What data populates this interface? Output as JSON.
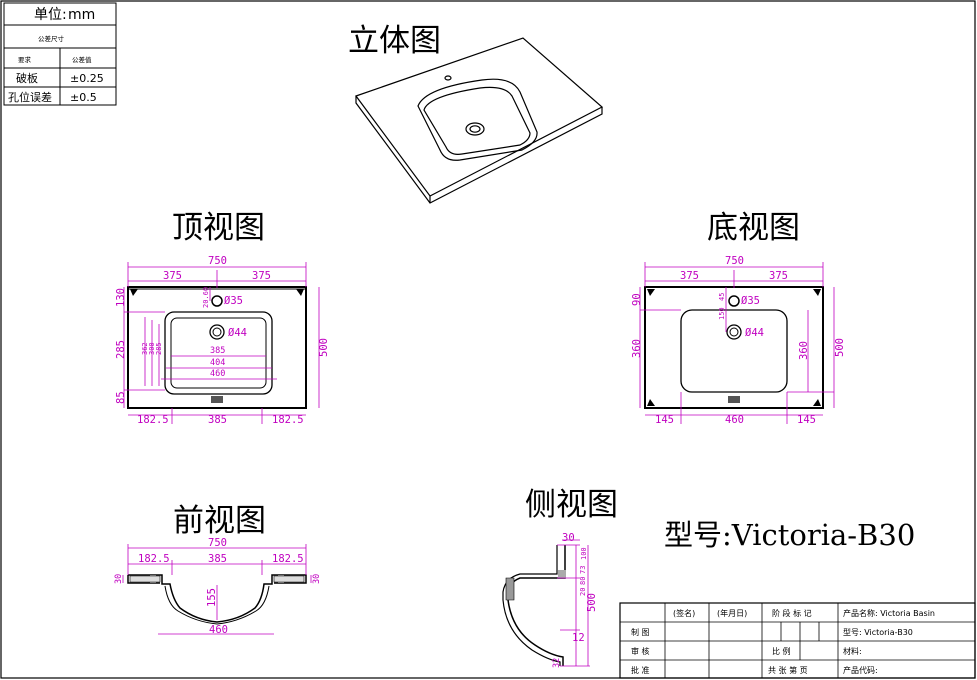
{
  "tolerance_table": {
    "unit_label": "单位:",
    "unit_value": "mm",
    "title": "公差尺寸",
    "col_requirement": "要求",
    "col_value": "公差值",
    "rows": [
      {
        "item": "破板",
        "value": "±0.25"
      },
      {
        "item": "孔位误差",
        "value": "±0.5"
      }
    ]
  },
  "views": {
    "iso_title": "立体图",
    "top_title": "顶视图",
    "bottom_title": "底视图",
    "front_title": "前视图",
    "side_title": "侧视图"
  },
  "model_label": "型号:Victoria-B30",
  "top_view": {
    "width_total": "750",
    "half_left": "375",
    "half_right": "375",
    "depth_total": "500",
    "left_top": "130",
    "left_mid": "285",
    "left_bot": "85",
    "tap_hole": "Ø35",
    "drain_hole": "Ø44",
    "tap_offset": "20.60",
    "inner_385": "385",
    "inner_404": "404",
    "inner_460": "460",
    "inner_v1": "362",
    "inner_v2": "300",
    "inner_v3": "285",
    "bottom_left": "182.5",
    "bottom_mid": "385",
    "bottom_right": "182.5"
  },
  "bottom_view": {
    "width_total": "750",
    "half_left": "375",
    "half_right": "375",
    "depth_total": "500",
    "left_top": "90",
    "left_mid": "360",
    "right_mid": "360",
    "tap_hole": "Ø35",
    "drain_hole": "Ø44",
    "tap_offset_a": "45",
    "tap_offset_b": "150",
    "bottom_left": "145",
    "bottom_mid": "460",
    "bottom_right": "145"
  },
  "front_view": {
    "width_total": "750",
    "left": "182.5",
    "mid": "385",
    "right": "182.5",
    "thickness_left": "30",
    "thickness_right": "30",
    "depth": "155",
    "bowl": "460"
  },
  "side_view": {
    "top": "30",
    "depth_total": "500",
    "v1": "100",
    "v2": "73",
    "v3": "80",
    "v4": "20",
    "wall": "12",
    "bottom": "32"
  },
  "title_block": {
    "sign": "(签名)",
    "date": "(年月日)",
    "stage": "阶 段 标 记",
    "product_name": "产品名称: Victoria Basin",
    "drawn": "制 图",
    "model": "型号: Victoria-B30",
    "review": "审 核",
    "scale": "比 例",
    "material": "材料:",
    "approve": "批 准",
    "sheets": "共 张 第 页",
    "product_code": "产品代码:"
  },
  "colors": {
    "dimension": "#c000c0",
    "outline": "#000000"
  }
}
